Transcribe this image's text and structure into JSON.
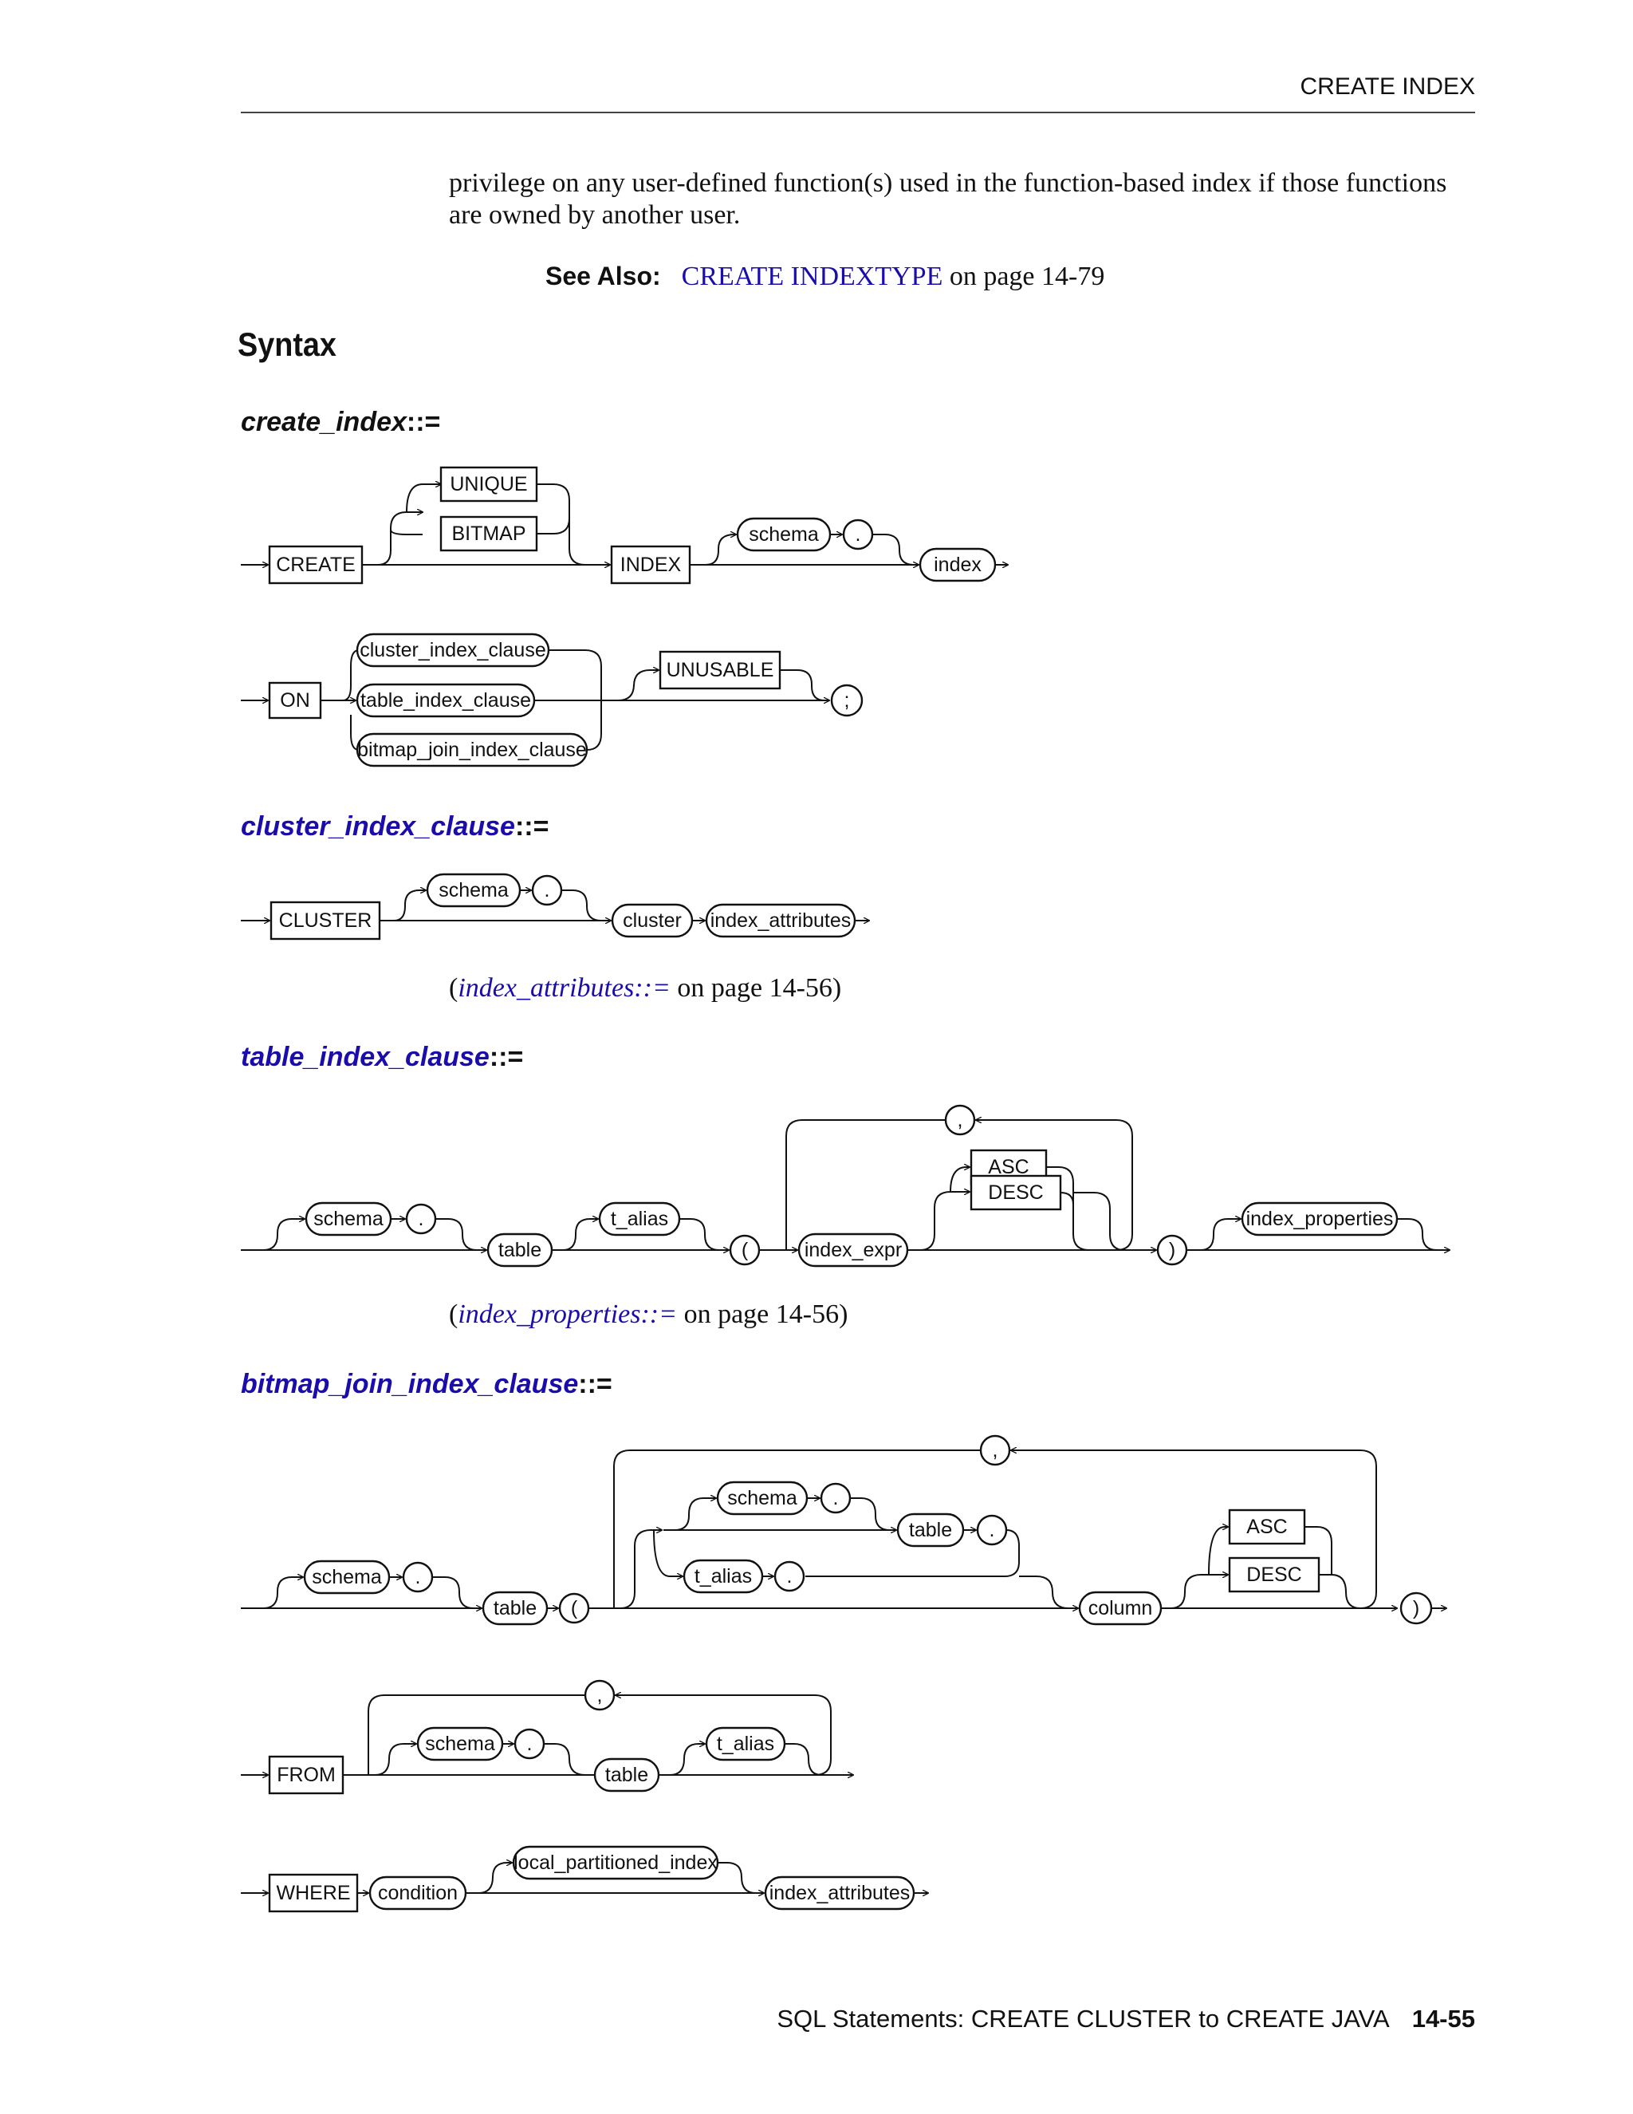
{
  "running_header": "CREATE INDEX",
  "intro_text": "privilege on any user-defined function(s) used in the function-based index if those functions are owned by another user.",
  "see_also": {
    "label": "See Also:",
    "link_text": "CREATE INDEXTYPE",
    "suffix": " on page 14-79"
  },
  "section_title": "Syntax",
  "productions": {
    "create_index": {
      "name": "create_index",
      "op": "::="
    },
    "cluster_index_clause": {
      "name": "cluster_index_clause",
      "op": "::="
    },
    "table_index_clause": {
      "name": "table_index_clause",
      "op": "::="
    },
    "bitmap_join_index_clause": {
      "name": "bitmap_join_index_clause",
      "op": "::="
    }
  },
  "xrefs": {
    "index_attributes": {
      "open": "(",
      "link": "index_attributes::=",
      "rest": " on page 14-56)"
    },
    "index_properties": {
      "open": "(",
      "link": "index_properties::=",
      "rest": " on page 14-56)"
    }
  },
  "diagram_labels": {
    "d1": {
      "create": "CREATE",
      "unique": "UNIQUE",
      "bitmap": "BITMAP",
      "index_kw": "INDEX",
      "schema": "schema",
      "dot": ".",
      "index": "index"
    },
    "d2": {
      "on": "ON",
      "cluster_index_clause": "cluster_index_clause",
      "table_index_clause": "table_index_clause",
      "bitmap_join_index_clause": "bitmap_join_index_clause",
      "unusable": "UNUSABLE",
      "semicolon": ";"
    },
    "d3": {
      "cluster_kw": "CLUSTER",
      "schema": "schema",
      "dot": ".",
      "cluster": "cluster",
      "index_attributes": "index_attributes"
    },
    "d4": {
      "schema": "schema",
      "dot": ".",
      "table": "table",
      "t_alias": "t_alias",
      "lparen": "(",
      "comma": ",",
      "index_expr": "index_expr",
      "asc": "ASC",
      "desc": "DESC",
      "rparen": ")",
      "index_properties": "index_properties"
    },
    "d5": {
      "schema": "schema",
      "dot": ".",
      "table": "table",
      "lparen": "(",
      "comma": ",",
      "inner_schema": "schema",
      "inner_dot1": ".",
      "inner_table": "table",
      "inner_dot2": ".",
      "t_alias": "t_alias",
      "inner_dot3": ".",
      "column": "column",
      "asc": "ASC",
      "desc": "DESC",
      "rparen": ")"
    },
    "d6": {
      "from": "FROM",
      "comma": ",",
      "schema": "schema",
      "dot": ".",
      "table": "table",
      "t_alias": "t_alias"
    },
    "d7": {
      "where": "WHERE",
      "condition": "condition",
      "local_partitioned_index": "local_partitioned_index",
      "index_attributes": "index_attributes"
    }
  },
  "footer": {
    "title": "SQL Statements: CREATE CLUSTER to CREATE JAVA",
    "page": "14-55"
  }
}
